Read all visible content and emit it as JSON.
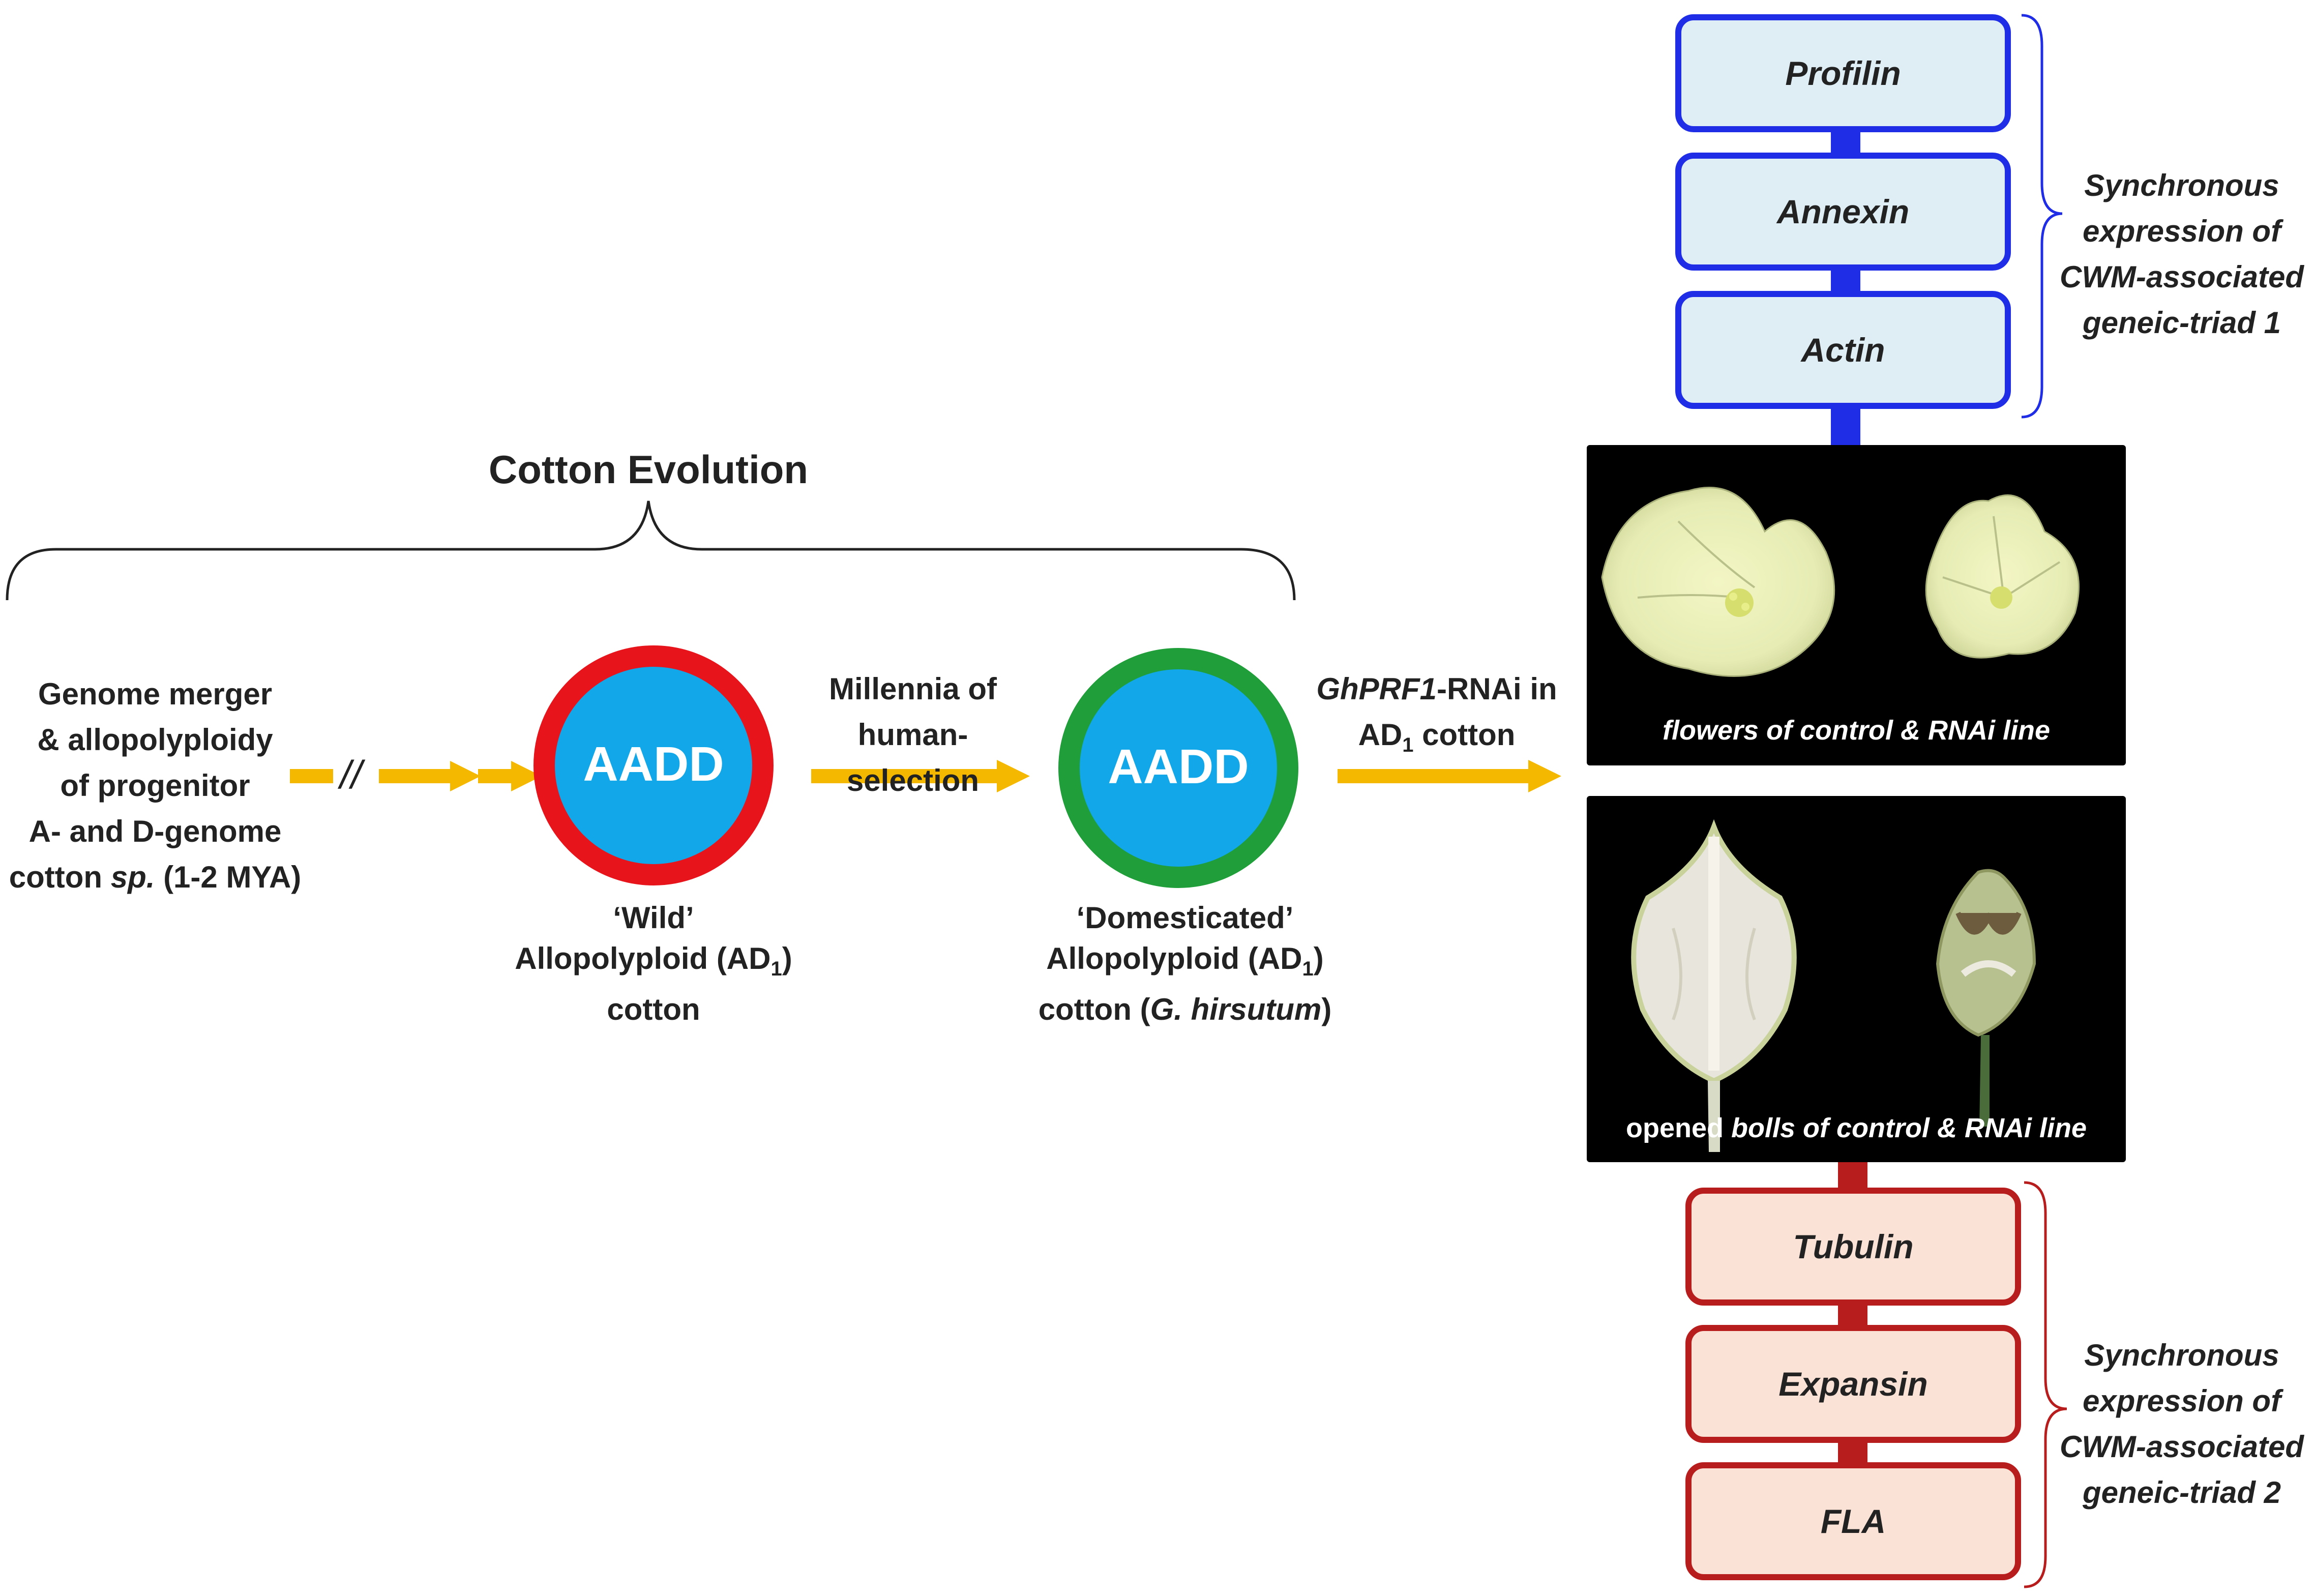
{
  "title": "Cotton Evolution",
  "start_text": [
    "Genome merger",
    "& allopolyploidy",
    "of progenitor",
    "A- and D-genome"
  ],
  "start_last": {
    "pre": "cotton ",
    "italic": "sp.",
    "post": " (1-2 MYA)"
  },
  "break_mark": "//",
  "wild": {
    "genome": "AADD",
    "line1": "‘Wild’",
    "line2_pre": "Allopolyploid (AD",
    "line2_sub": "1",
    "line2_post": ")",
    "line3": "cotton"
  },
  "selection": {
    "line1": "Millennia of",
    "line2": "human-selection"
  },
  "domesticated": {
    "genome": "AADD",
    "line1": "‘Domesticated’",
    "line2_pre": "Allopolyploid (AD",
    "line2_sub": "1",
    "line2_post": ")",
    "line3_pre": "cotton (",
    "line3_italic": "G. hirsutum",
    "line3_post": ")"
  },
  "rnai": {
    "italic": "GhPRF1",
    "post": "-RNAi  in",
    "line2_pre": "AD",
    "line2_sub": "1",
    "line2_post": " cotton"
  },
  "triad1": {
    "genes": [
      "Profilin",
      "Annexin",
      "Actin"
    ],
    "label": [
      "Synchronous",
      "expression of",
      "CWM-associated",
      "geneic-triad 1"
    ],
    "color": "#1f2ee6"
  },
  "triad2": {
    "genes": [
      "Tubulin",
      "Expansin",
      "FLA"
    ],
    "label": [
      "Synchronous",
      "expression of",
      "CWM-associated",
      "geneic-triad 2"
    ],
    "color": "#b81d1d"
  },
  "photo1_caption": "flowers of control & RNAi line",
  "photo2_caption": {
    "pre": "opened ",
    "italic": "bolls of  control & RNAi line"
  },
  "colors": {
    "arrow": "#f5b800",
    "wild_ring": "#e8141c",
    "dom_ring": "#1f9e3a",
    "core": "#12a7e8"
  }
}
